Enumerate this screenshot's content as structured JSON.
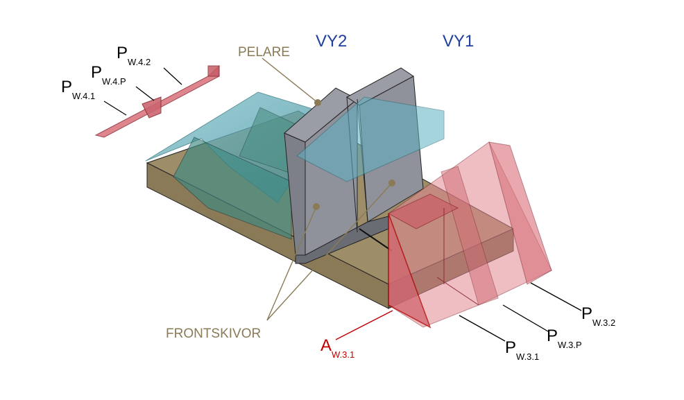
{
  "colors": {
    "foundation": "#8a7a5a",
    "foundation_top": "#9a8a66",
    "water": "#5aa7b6",
    "concrete": "#8d8f9a",
    "load": "#d9707a",
    "annotation": "#8a7a55",
    "view_label": "#1f3f9c",
    "area_label": "#c00000",
    "leader": "#000000"
  },
  "views": {
    "vy2": "VY2",
    "vy1": "VY1"
  },
  "components": {
    "pelare": "PELARE",
    "frontskivor": "FRONTSKIVOR"
  },
  "loads": {
    "pw42": {
      "main": "P",
      "sub": "W.4.2"
    },
    "pw4p": {
      "main": "P",
      "sub": "W.4.P"
    },
    "pw41": {
      "main": "P",
      "sub": "W.4.1"
    },
    "pw32": {
      "main": "P",
      "sub": "W.3.2"
    },
    "pw3p": {
      "main": "P",
      "sub": "W.3.P"
    },
    "pw31": {
      "main": "P",
      "sub": "W.3.1"
    },
    "aw31": {
      "main": "A",
      "sub": "W.3.1"
    }
  }
}
